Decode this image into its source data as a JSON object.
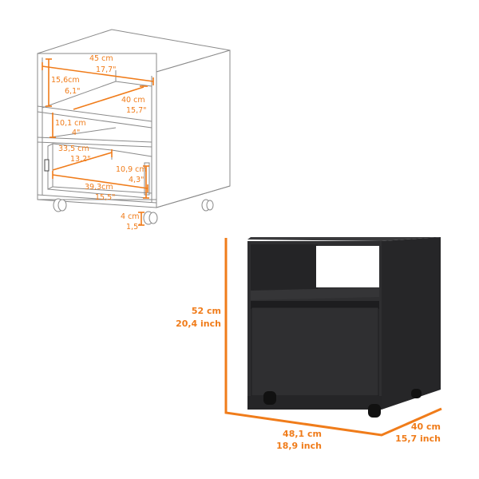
{
  "colors": {
    "accent": "#f07c1a",
    "cabinet_dark": "#2b2b2d",
    "cabinet_side": "#232325",
    "line_drawing": "#888888",
    "background": "#ffffff"
  },
  "line_diagram": {
    "width": {
      "cm": "45 cm",
      "inch": "17,7\""
    },
    "top_shelf_height": {
      "cm": "15,6cm",
      "inch": "6,1\""
    },
    "top_shelf_depth": {
      "cm": "40 cm",
      "inch": "15,7\""
    },
    "middle_height": {
      "cm": "10,1 cm",
      "inch": "4\""
    },
    "drawer_depth": {
      "cm": "33,5 cm",
      "inch": "13,2\""
    },
    "drawer_height": {
      "cm": "10,9 cm",
      "inch": "4,3\""
    },
    "drawer_width": {
      "cm": "39,3cm",
      "inch": "15,5\""
    },
    "wheel_height": {
      "cm": "4 cm",
      "inch": "1,5\""
    }
  },
  "product_render": {
    "height": {
      "cm": "52 cm",
      "inch": "20,4 inch"
    },
    "width": {
      "cm": "48,1 cm",
      "inch": "18,9 inch"
    },
    "depth": {
      "cm": "40 cm",
      "inch": "15,7 inch"
    }
  }
}
